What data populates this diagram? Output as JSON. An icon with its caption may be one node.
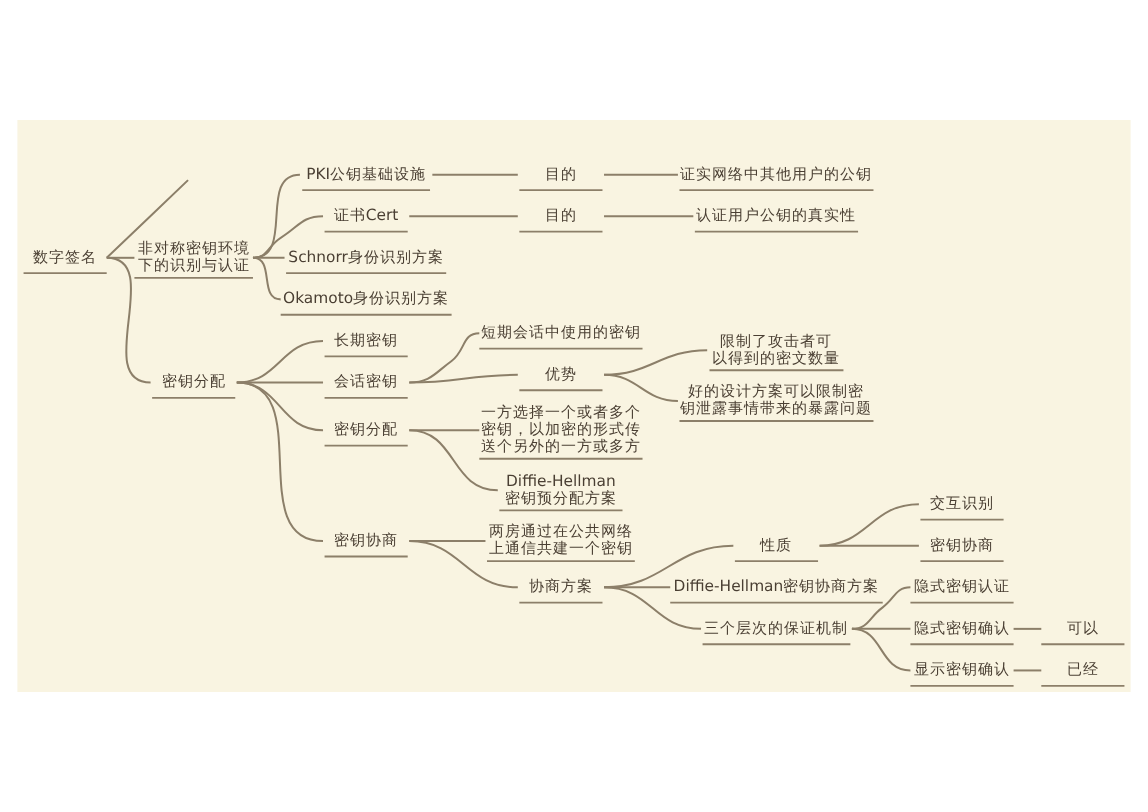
{
  "diagram": {
    "nodes": [
      {
        "text": [
          "数字签名"
        ]
      },
      {
        "text": [
          "非对称密钥环境下的识别与认证"
        ]
      },
      {
        "text": [
          "PKI公钥基础设施"
        ]
      },
      {
        "text": [
          "目的"
        ]
      },
      {
        "text": [
          "证实网络中其他用户的公钥"
        ]
      },
      {
        "text": [
          "证书Cert"
        ]
      },
      {
        "text": [
          "目的"
        ]
      },
      {
        "text": [
          "认证用户公钥的真实性"
        ]
      },
      {
        "text": [
          "Schnorr身份识别方案"
        ]
      },
      {
        "text": [
          "Okamoto身份识别方案"
        ]
      },
      {
        "text": [
          "密钥分配"
        ]
      },
      {
        "text": [
          "长期密钥"
        ]
      },
      {
        "text": [
          "会话密钥"
        ]
      },
      {
        "text": [
          "短期会话中使用的密钥"
        ]
      },
      {
        "text": [
          "优势"
        ]
      },
      {
        "text": [
          "限制了攻击者可以得到的密文数量"
        ]
      },
      {
        "text": [
          "好的设计方案可以限制密钥泄露事情带来的暴露问题"
        ]
      },
      {
        "text": [
          "密钥分配"
        ]
      },
      {
        "text": [
          "一方选择一个或者多个密钥，以加密的形式传送个另外的一方或多方"
        ]
      },
      {
        "text": [
          "Diffie-Hellman密钥预分配方案"
        ]
      },
      {
        "text": [
          "密钥协商"
        ]
      },
      {
        "text": [
          "两房通过在公共网络上通信共建一个密钥"
        ]
      },
      {
        "text": [
          "协商方案"
        ]
      },
      {
        "text": [
          "性质"
        ]
      },
      {
        "text": [
          "交互识别"
        ]
      },
      {
        "text": [
          "密钥协商"
        ]
      },
      {
        "text": [
          "Diffie-Hellman密钥协商方案"
        ]
      },
      {
        "text": [
          "三个层次的保证机制"
        ]
      },
      {
        "text": [
          "隐式密钥认证"
        ]
      },
      {
        "text": [
          "隐式密钥确认"
        ]
      },
      {
        "text": [
          "可以"
        ]
      },
      {
        "text": [
          "显示密钥确认"
        ]
      },
      {
        "text": [
          "已经"
        ]
      }
    ],
    "edges": [
      {
        "from": 0,
        "to": null,
        "arrow": "none"
      },
      {
        "from": 0,
        "to": 1,
        "arrow": "none"
      },
      {
        "from": 1,
        "to": 2,
        "arrow": "none"
      },
      {
        "from": 2,
        "to": 3,
        "arrow": "none"
      },
      {
        "from": 3,
        "to": 4,
        "arrow": "none"
      },
      {
        "from": 1,
        "to": 5,
        "arrow": "none"
      },
      {
        "from": 5,
        "to": 6,
        "arrow": "none"
      },
      {
        "from": 6,
        "to": 7,
        "arrow": "none"
      },
      {
        "from": 1,
        "to": 8,
        "arrow": "none"
      },
      {
        "from": 1,
        "to": 9,
        "arrow": "none"
      },
      {
        "from": 0,
        "to": 10,
        "arrow": "none"
      },
      {
        "from": 10,
        "to": 11,
        "arrow": "none"
      },
      {
        "from": 10,
        "to": 12,
        "arrow": "none"
      },
      {
        "from": 12,
        "to": 13,
        "arrow": "none"
      },
      {
        "from": 12,
        "to": 14,
        "arrow": "none"
      },
      {
        "from": 14,
        "to": 15,
        "arrow": "none"
      },
      {
        "from": 14,
        "to": 16,
        "arrow": "none"
      },
      {
        "from": 10,
        "to": 17,
        "arrow": "none"
      },
      {
        "from": 17,
        "to": 18,
        "arrow": "none"
      },
      {
        "from": 17,
        "to": 19,
        "arrow": "none"
      },
      {
        "from": 10,
        "to": 20,
        "arrow": "none"
      },
      {
        "from": 20,
        "to": 21,
        "arrow": "none"
      },
      {
        "from": 20,
        "to": 22,
        "arrow": "none"
      },
      {
        "from": 22,
        "to": 23,
        "arrow": "none"
      },
      {
        "from": 23,
        "to": 24,
        "arrow": "none"
      },
      {
        "from": 23,
        "to": 25,
        "arrow": "none"
      },
      {
        "from": 22,
        "to": 26,
        "arrow": "none"
      },
      {
        "from": 22,
        "to": 27,
        "arrow": "none"
      },
      {
        "from": 27,
        "to": 28,
        "arrow": "none"
      },
      {
        "from": 27,
        "to": 29,
        "arrow": "none"
      },
      {
        "from": 29,
        "to": 30,
        "arrow": "none"
      },
      {
        "from": 27,
        "to": 31,
        "arrow": "none"
      },
      {
        "from": 31,
        "to": 32,
        "arrow": "none"
      }
    ]
  }
}
